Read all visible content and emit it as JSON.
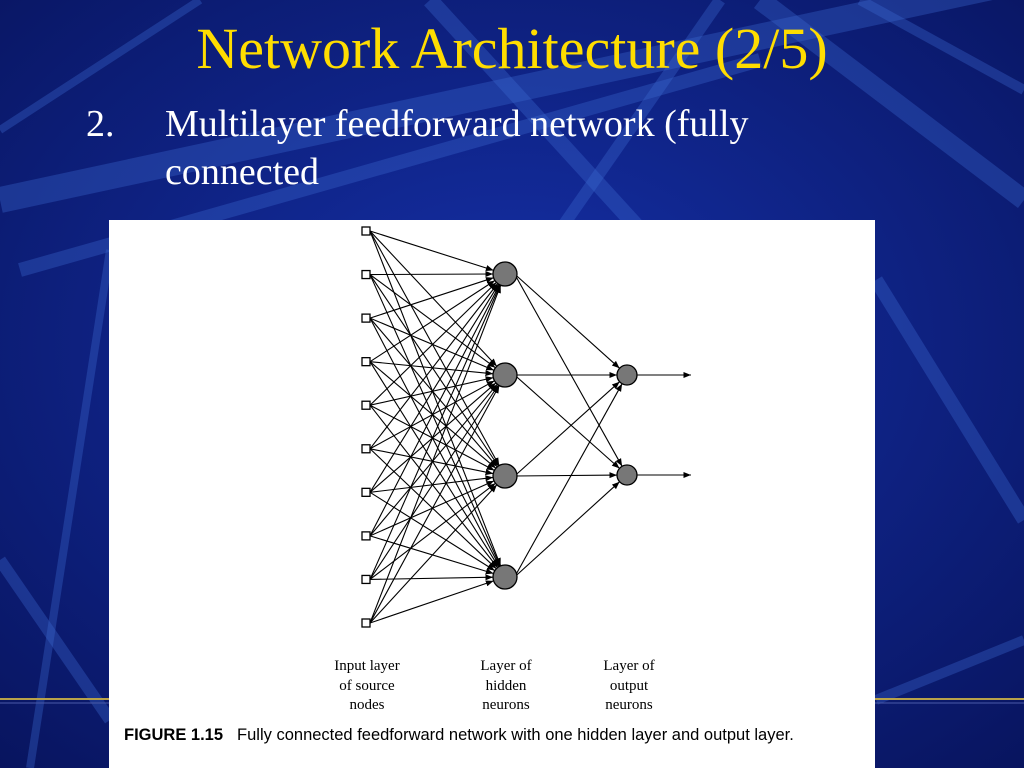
{
  "slide": {
    "title": "Network Architecture (2/5)",
    "bullet": {
      "number": "2.",
      "text": "Multilayer feedforward network (fully connected"
    }
  },
  "figure": {
    "layers": {
      "input_label": "Input layer\nof source\nnodes",
      "hidden_label": "Layer of\nhidden\nneurons",
      "output_label": "Layer of\noutput\nneurons"
    },
    "caption_label": "FIGURE 1.15",
    "caption_text": "Fully connected feedforward network with one hidden layer and output layer.",
    "network": {
      "input_nodes": 10,
      "hidden_neurons": 4,
      "output_neurons": 2
    }
  },
  "colors": {
    "background": "#0a1a7a",
    "title": "#ffdd00",
    "text": "#ffffff",
    "accent_line": "#b8a24a"
  }
}
